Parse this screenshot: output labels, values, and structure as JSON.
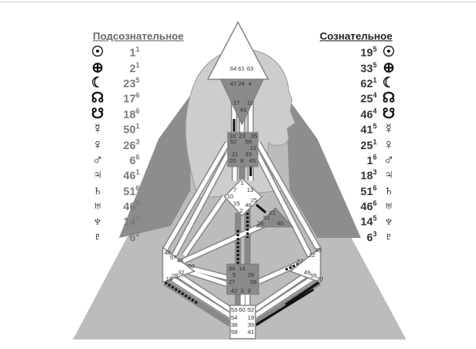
{
  "design": {
    "title": "Подсознательное",
    "rows": [
      {
        "icon": "sun-icon",
        "symbol": "☉",
        "gate": "1",
        "line": "1"
      },
      {
        "icon": "earth-icon",
        "symbol": "⊕",
        "gate": "2",
        "line": "1"
      },
      {
        "icon": "moon-icon",
        "symbol": "☾",
        "gate": "23",
        "line": "5"
      },
      {
        "icon": "north-node-icon",
        "symbol": "☊",
        "gate": "17",
        "line": "6"
      },
      {
        "icon": "south-node-icon",
        "symbol": "☋",
        "gate": "18",
        "line": "6"
      },
      {
        "icon": "mercury-icon",
        "symbol": "☿",
        "gate": "50",
        "line": "1"
      },
      {
        "icon": "venus-icon",
        "symbol": "♀",
        "gate": "26",
        "line": "3"
      },
      {
        "icon": "mars-icon",
        "symbol": "♂",
        "gate": "6",
        "line": "6"
      },
      {
        "icon": "jupiter-icon",
        "symbol": "♃",
        "gate": "46",
        "line": "1"
      },
      {
        "icon": "saturn-icon",
        "symbol": "♄",
        "gate": "51",
        "line": "6"
      },
      {
        "icon": "uranus-icon",
        "symbol": "♅",
        "gate": "46",
        "line": "5"
      },
      {
        "icon": "neptune-icon",
        "symbol": "♆",
        "gate": "14",
        "line": "2"
      },
      {
        "icon": "pluto-icon",
        "symbol": "♇",
        "gate": "6",
        "line": "2"
      }
    ]
  },
  "personality": {
    "title": "Сознательное",
    "rows": [
      {
        "icon": "sun-icon",
        "symbol": "☉",
        "gate": "19",
        "line": "5"
      },
      {
        "icon": "earth-icon",
        "symbol": "⊕",
        "gate": "33",
        "line": "5"
      },
      {
        "icon": "moon-icon",
        "symbol": "☾",
        "gate": "62",
        "line": "1"
      },
      {
        "icon": "north-node-icon",
        "symbol": "☊",
        "gate": "25",
        "line": "4"
      },
      {
        "icon": "south-node-icon",
        "symbol": "☋",
        "gate": "46",
        "line": "4"
      },
      {
        "icon": "mercury-icon",
        "symbol": "☿",
        "gate": "41",
        "line": "5"
      },
      {
        "icon": "venus-icon",
        "symbol": "♀",
        "gate": "25",
        "line": "1"
      },
      {
        "icon": "mars-icon",
        "symbol": "♂",
        "gate": "1",
        "line": "6"
      },
      {
        "icon": "jupiter-icon",
        "symbol": "♃",
        "gate": "18",
        "line": "3"
      },
      {
        "icon": "saturn-icon",
        "symbol": "♄",
        "gate": "51",
        "line": "6"
      },
      {
        "icon": "uranus-icon",
        "symbol": "♅",
        "gate": "46",
        "line": "6"
      },
      {
        "icon": "neptune-icon",
        "symbol": "♆",
        "gate": "14",
        "line": "5"
      },
      {
        "icon": "pluto-icon",
        "symbol": "♇",
        "gate": "6",
        "line": "3"
      }
    ]
  },
  "gates": [
    "64",
    "61",
    "63",
    "47",
    "24",
    "4",
    "17",
    "11",
    "43",
    "16",
    "23",
    "35",
    "62",
    "56",
    "12",
    "31",
    "33",
    "20",
    "8",
    "45",
    "1",
    "7",
    "13",
    "10",
    "25",
    "15",
    "46",
    "2",
    "21",
    "51",
    "26",
    "40",
    "48",
    "57",
    "44",
    "50",
    "32",
    "28",
    "18",
    "22",
    "36",
    "37",
    "6",
    "49",
    "55",
    "30",
    "34",
    "14",
    "5",
    "29",
    "27",
    "59",
    "42",
    "3",
    "9",
    "53",
    "60",
    "52",
    "54",
    "19",
    "38",
    "39",
    "58",
    "41"
  ],
  "colors": {
    "background_triangle": "#bcbcbc",
    "head_silhouette": "#cdcdcd",
    "shadow": "#8d8d8d",
    "defined_center": "#8a8a8a",
    "undefined_center": "#ffffff"
  }
}
